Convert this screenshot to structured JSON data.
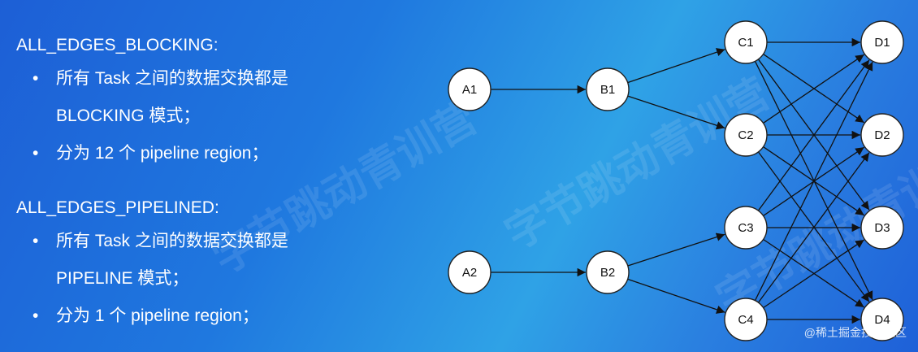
{
  "groups": [
    {
      "title": "ALL_EDGES_BLOCKING:",
      "bullets": [
        "所有 Task 之间的数据交换都是",
        "BLOCKING 模式；",
        "分为 12 个 pipeline region；"
      ]
    },
    {
      "title": "ALL_EDGES_PIPELINED:",
      "bullets": [
        "所有 Task 之间的数据交换都是",
        "PIPELINE 模式；",
        "分为 1 个 pipeline region；"
      ]
    }
  ],
  "bullet_symbol": "•",
  "watermark_text": "字节跳动青训营",
  "footer_text": "@稀土掘金技术社区",
  "diagram": {
    "nodes": [
      {
        "id": "A1",
        "label": "A1"
      },
      {
        "id": "A2",
        "label": "A2"
      },
      {
        "id": "B1",
        "label": "B1"
      },
      {
        "id": "B2",
        "label": "B2"
      },
      {
        "id": "C1",
        "label": "C1"
      },
      {
        "id": "C2",
        "label": "C2"
      },
      {
        "id": "C3",
        "label": "C3"
      },
      {
        "id": "C4",
        "label": "C4"
      },
      {
        "id": "D1",
        "label": "D1"
      },
      {
        "id": "D2",
        "label": "D2"
      },
      {
        "id": "D3",
        "label": "D3"
      },
      {
        "id": "D4",
        "label": "D4"
      }
    ],
    "edges": [
      [
        "A1",
        "B1"
      ],
      [
        "A2",
        "B2"
      ],
      [
        "B1",
        "C1"
      ],
      [
        "B1",
        "C2"
      ],
      [
        "B2",
        "C3"
      ],
      [
        "B2",
        "C4"
      ],
      [
        "C1",
        "D1"
      ],
      [
        "C1",
        "D2"
      ],
      [
        "C1",
        "D3"
      ],
      [
        "C1",
        "D4"
      ],
      [
        "C2",
        "D1"
      ],
      [
        "C2",
        "D2"
      ],
      [
        "C2",
        "D3"
      ],
      [
        "C2",
        "D4"
      ],
      [
        "C3",
        "D1"
      ],
      [
        "C3",
        "D2"
      ],
      [
        "C3",
        "D3"
      ],
      [
        "C3",
        "D4"
      ],
      [
        "C4",
        "D1"
      ],
      [
        "C4",
        "D2"
      ],
      [
        "C4",
        "D3"
      ],
      [
        "C4",
        "D4"
      ]
    ],
    "node_fill": "#ffffff",
    "node_stroke": "#222222",
    "edge_color": "#111111"
  }
}
